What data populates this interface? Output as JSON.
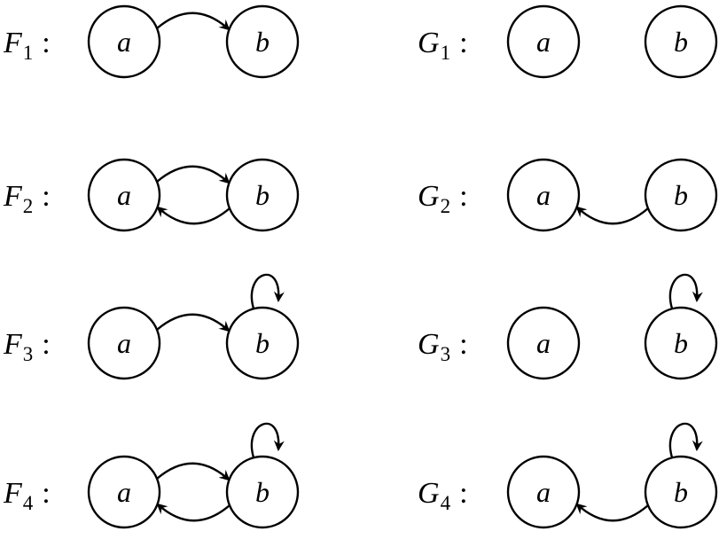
{
  "graphs": [
    {
      "name": "F",
      "sub": "1",
      "col": 0,
      "row": 0,
      "nodes": [
        "a",
        "b"
      ],
      "edges": [
        {
          "from": "a",
          "to": "b"
        }
      ],
      "loops": []
    },
    {
      "name": "F",
      "sub": "2",
      "col": 0,
      "row": 1,
      "nodes": [
        "a",
        "b"
      ],
      "edges": [
        {
          "from": "a",
          "to": "b"
        },
        {
          "from": "b",
          "to": "a"
        }
      ],
      "loops": []
    },
    {
      "name": "F",
      "sub": "3",
      "col": 0,
      "row": 2,
      "nodes": [
        "a",
        "b"
      ],
      "edges": [
        {
          "from": "a",
          "to": "b"
        }
      ],
      "loops": [
        "b"
      ]
    },
    {
      "name": "F",
      "sub": "4",
      "col": 0,
      "row": 3,
      "nodes": [
        "a",
        "b"
      ],
      "edges": [
        {
          "from": "a",
          "to": "b"
        },
        {
          "from": "b",
          "to": "a"
        }
      ],
      "loops": [
        "b"
      ]
    },
    {
      "name": "G",
      "sub": "1",
      "col": 1,
      "row": 0,
      "nodes": [
        "a",
        "b"
      ],
      "edges": [],
      "loops": []
    },
    {
      "name": "G",
      "sub": "2",
      "col": 1,
      "row": 1,
      "nodes": [
        "a",
        "b"
      ],
      "edges": [
        {
          "from": "b",
          "to": "a"
        }
      ],
      "loops": []
    },
    {
      "name": "G",
      "sub": "3",
      "col": 1,
      "row": 2,
      "nodes": [
        "a",
        "b"
      ],
      "edges": [],
      "loops": [
        "b"
      ]
    },
    {
      "name": "G",
      "sub": "4",
      "col": 1,
      "row": 3,
      "nodes": [
        "a",
        "b"
      ],
      "edges": [
        {
          "from": "b",
          "to": "a"
        }
      ],
      "loops": [
        "b"
      ]
    }
  ],
  "separator": ":"
}
